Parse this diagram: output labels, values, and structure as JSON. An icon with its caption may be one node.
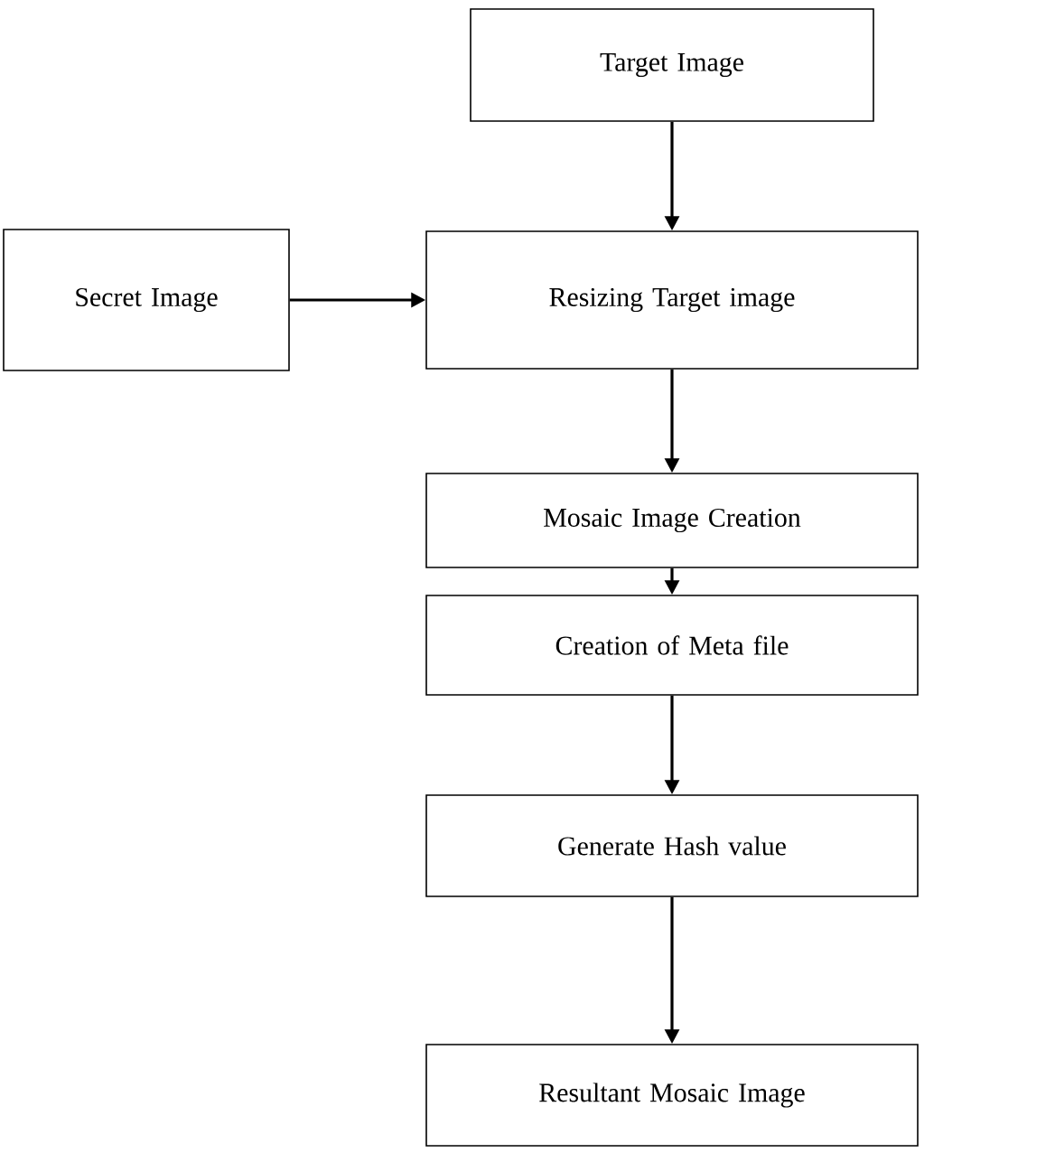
{
  "diagram": {
    "nodes": [
      {
        "text": [
          "Target Image"
        ]
      },
      {
        "text": [
          "Secret Image"
        ]
      },
      {
        "text": [
          "Resizing Target image"
        ]
      },
      {
        "text": [
          "Mosaic Image Creation"
        ]
      },
      {
        "text": [
          "Creation of Meta file"
        ]
      },
      {
        "text": [
          "Generate Hash value"
        ]
      },
      {
        "text": [
          "Resultant Mosaic Image"
        ]
      }
    ],
    "edges": [
      {
        "from": 0,
        "to": 2,
        "arrow": "to"
      },
      {
        "from": 1,
        "to": 2,
        "arrow": "to"
      },
      {
        "from": 2,
        "to": 3,
        "arrow": "to"
      },
      {
        "from": 3,
        "to": 4,
        "arrow": "to"
      },
      {
        "from": 4,
        "to": 5,
        "arrow": "to"
      },
      {
        "from": 5,
        "to": 6,
        "arrow": "to"
      }
    ]
  }
}
